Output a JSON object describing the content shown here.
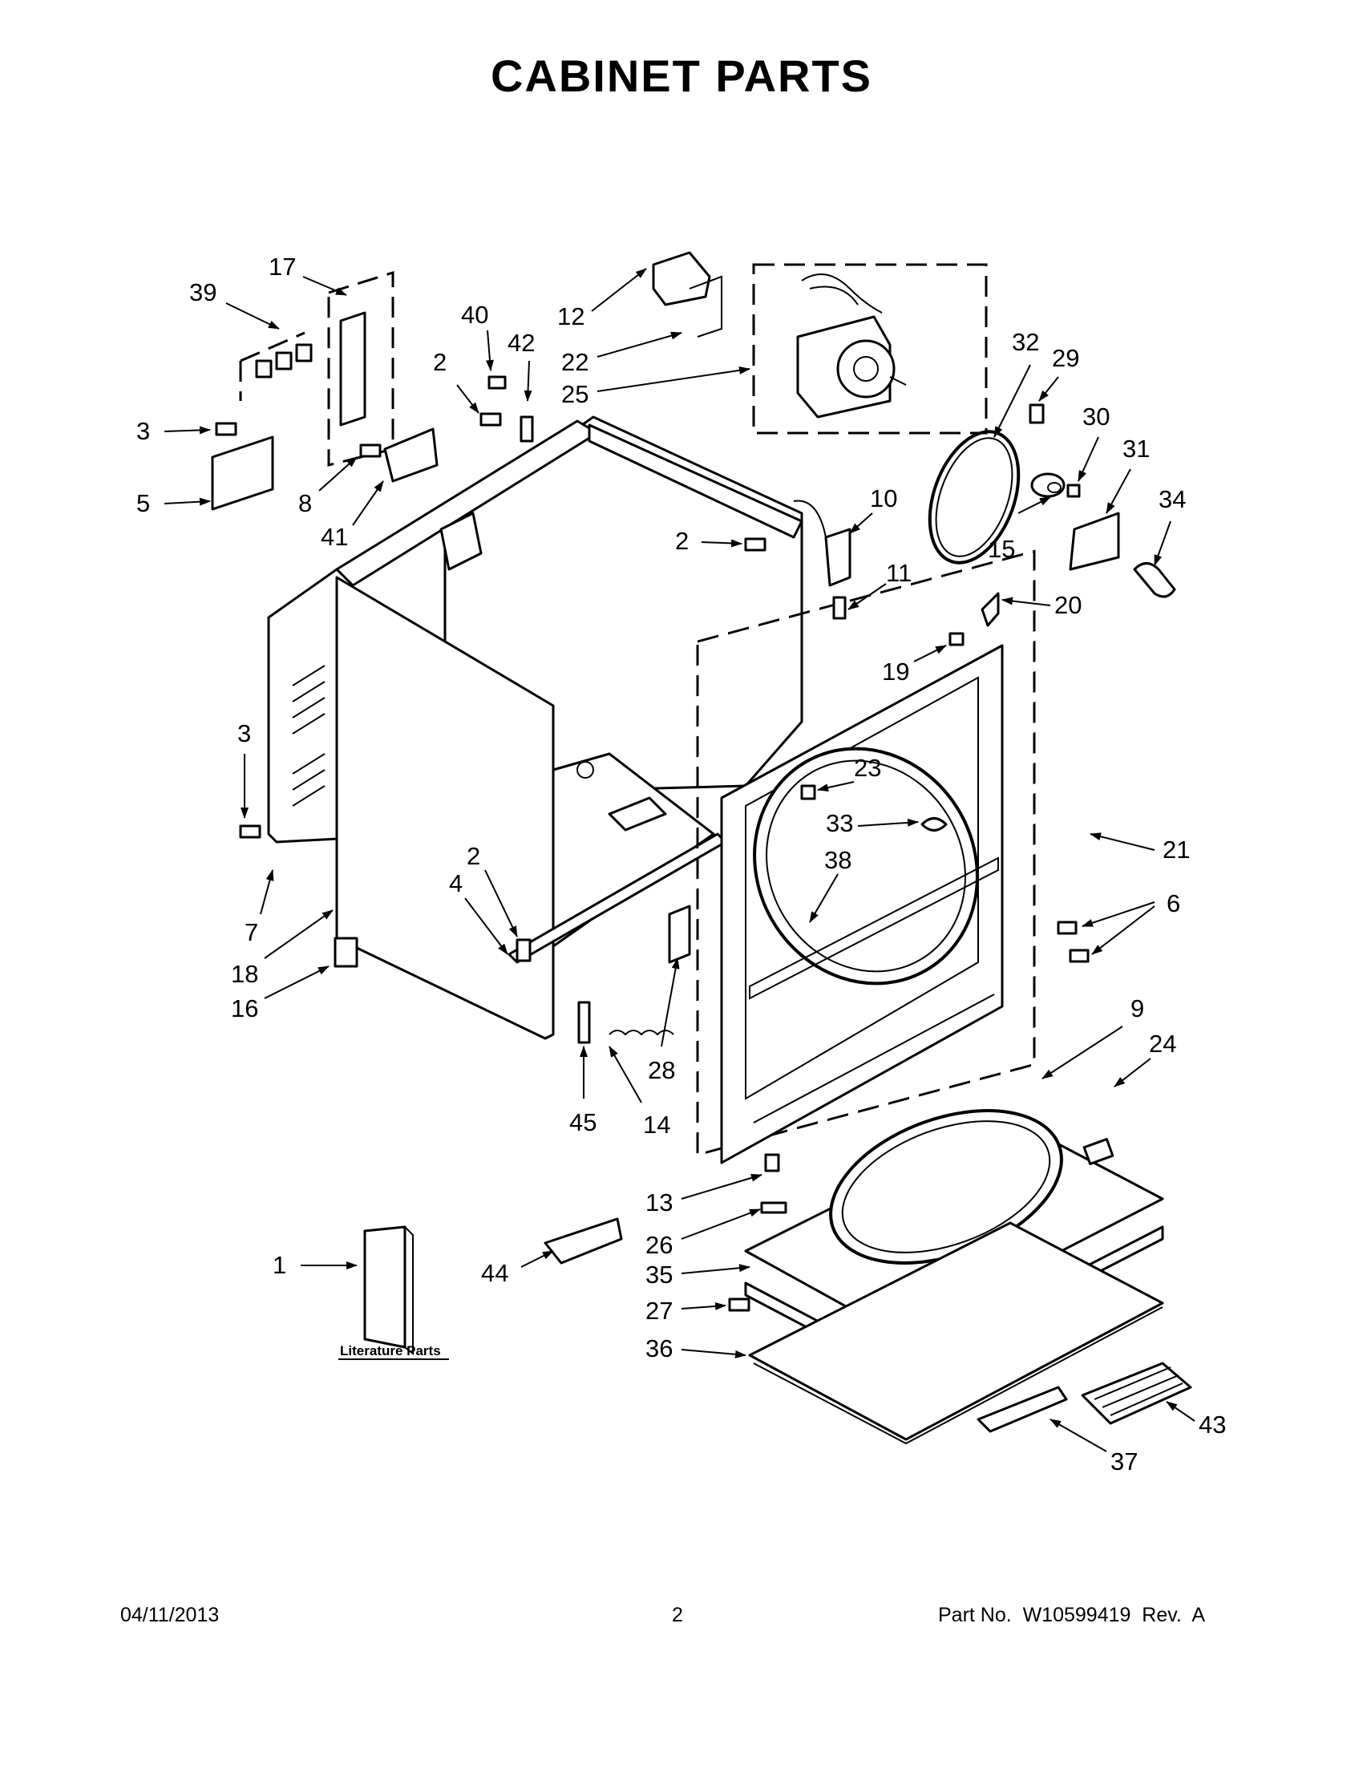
{
  "title": "CABINET PARTS",
  "literature_label": "Literature Parts",
  "callouts": [
    "17",
    "39",
    "40",
    "42",
    "2",
    "12",
    "22",
    "25",
    "32",
    "29",
    "30",
    "31",
    "3",
    "5",
    "8",
    "41",
    "10",
    "2",
    "34",
    "15",
    "11",
    "20",
    "19",
    "3",
    "21",
    "23",
    "33",
    "38",
    "2",
    "6",
    "4",
    "7",
    "18",
    "16",
    "45",
    "14",
    "28",
    "9",
    "24",
    "13",
    "26",
    "35",
    "27",
    "36",
    "1",
    "44",
    "43",
    "37"
  ],
  "footer": {
    "date": "04/11/2013",
    "page": "2",
    "part_number": "Part No.  W10599419  Rev.  A"
  }
}
